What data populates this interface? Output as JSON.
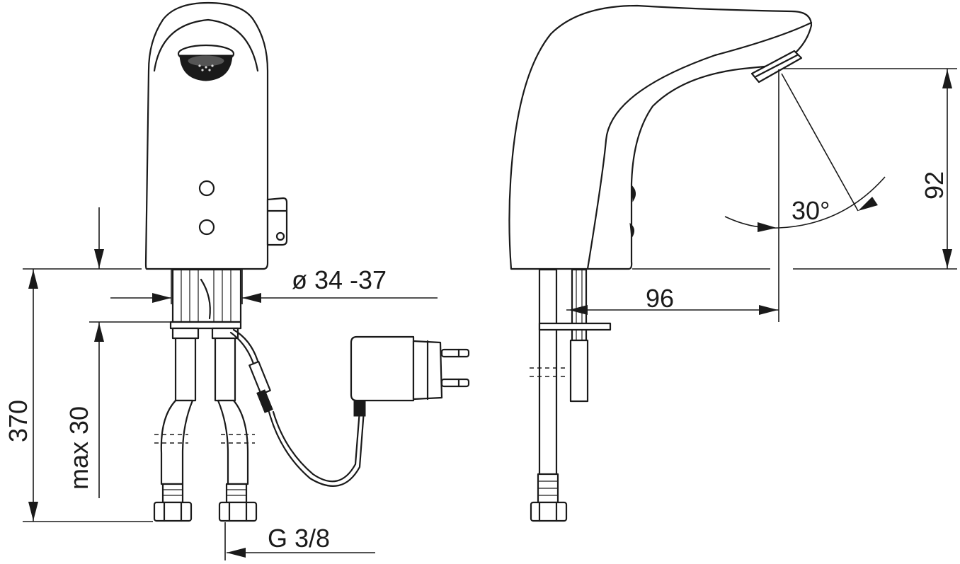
{
  "dimensions": {
    "height_total": "370",
    "max_deck_thickness": "max 30",
    "hole_diameter": "ø 34 -37",
    "connection_thread": "G 3/8",
    "spout_reach": "96",
    "spout_height": "92",
    "sensor_angle": "30°"
  }
}
